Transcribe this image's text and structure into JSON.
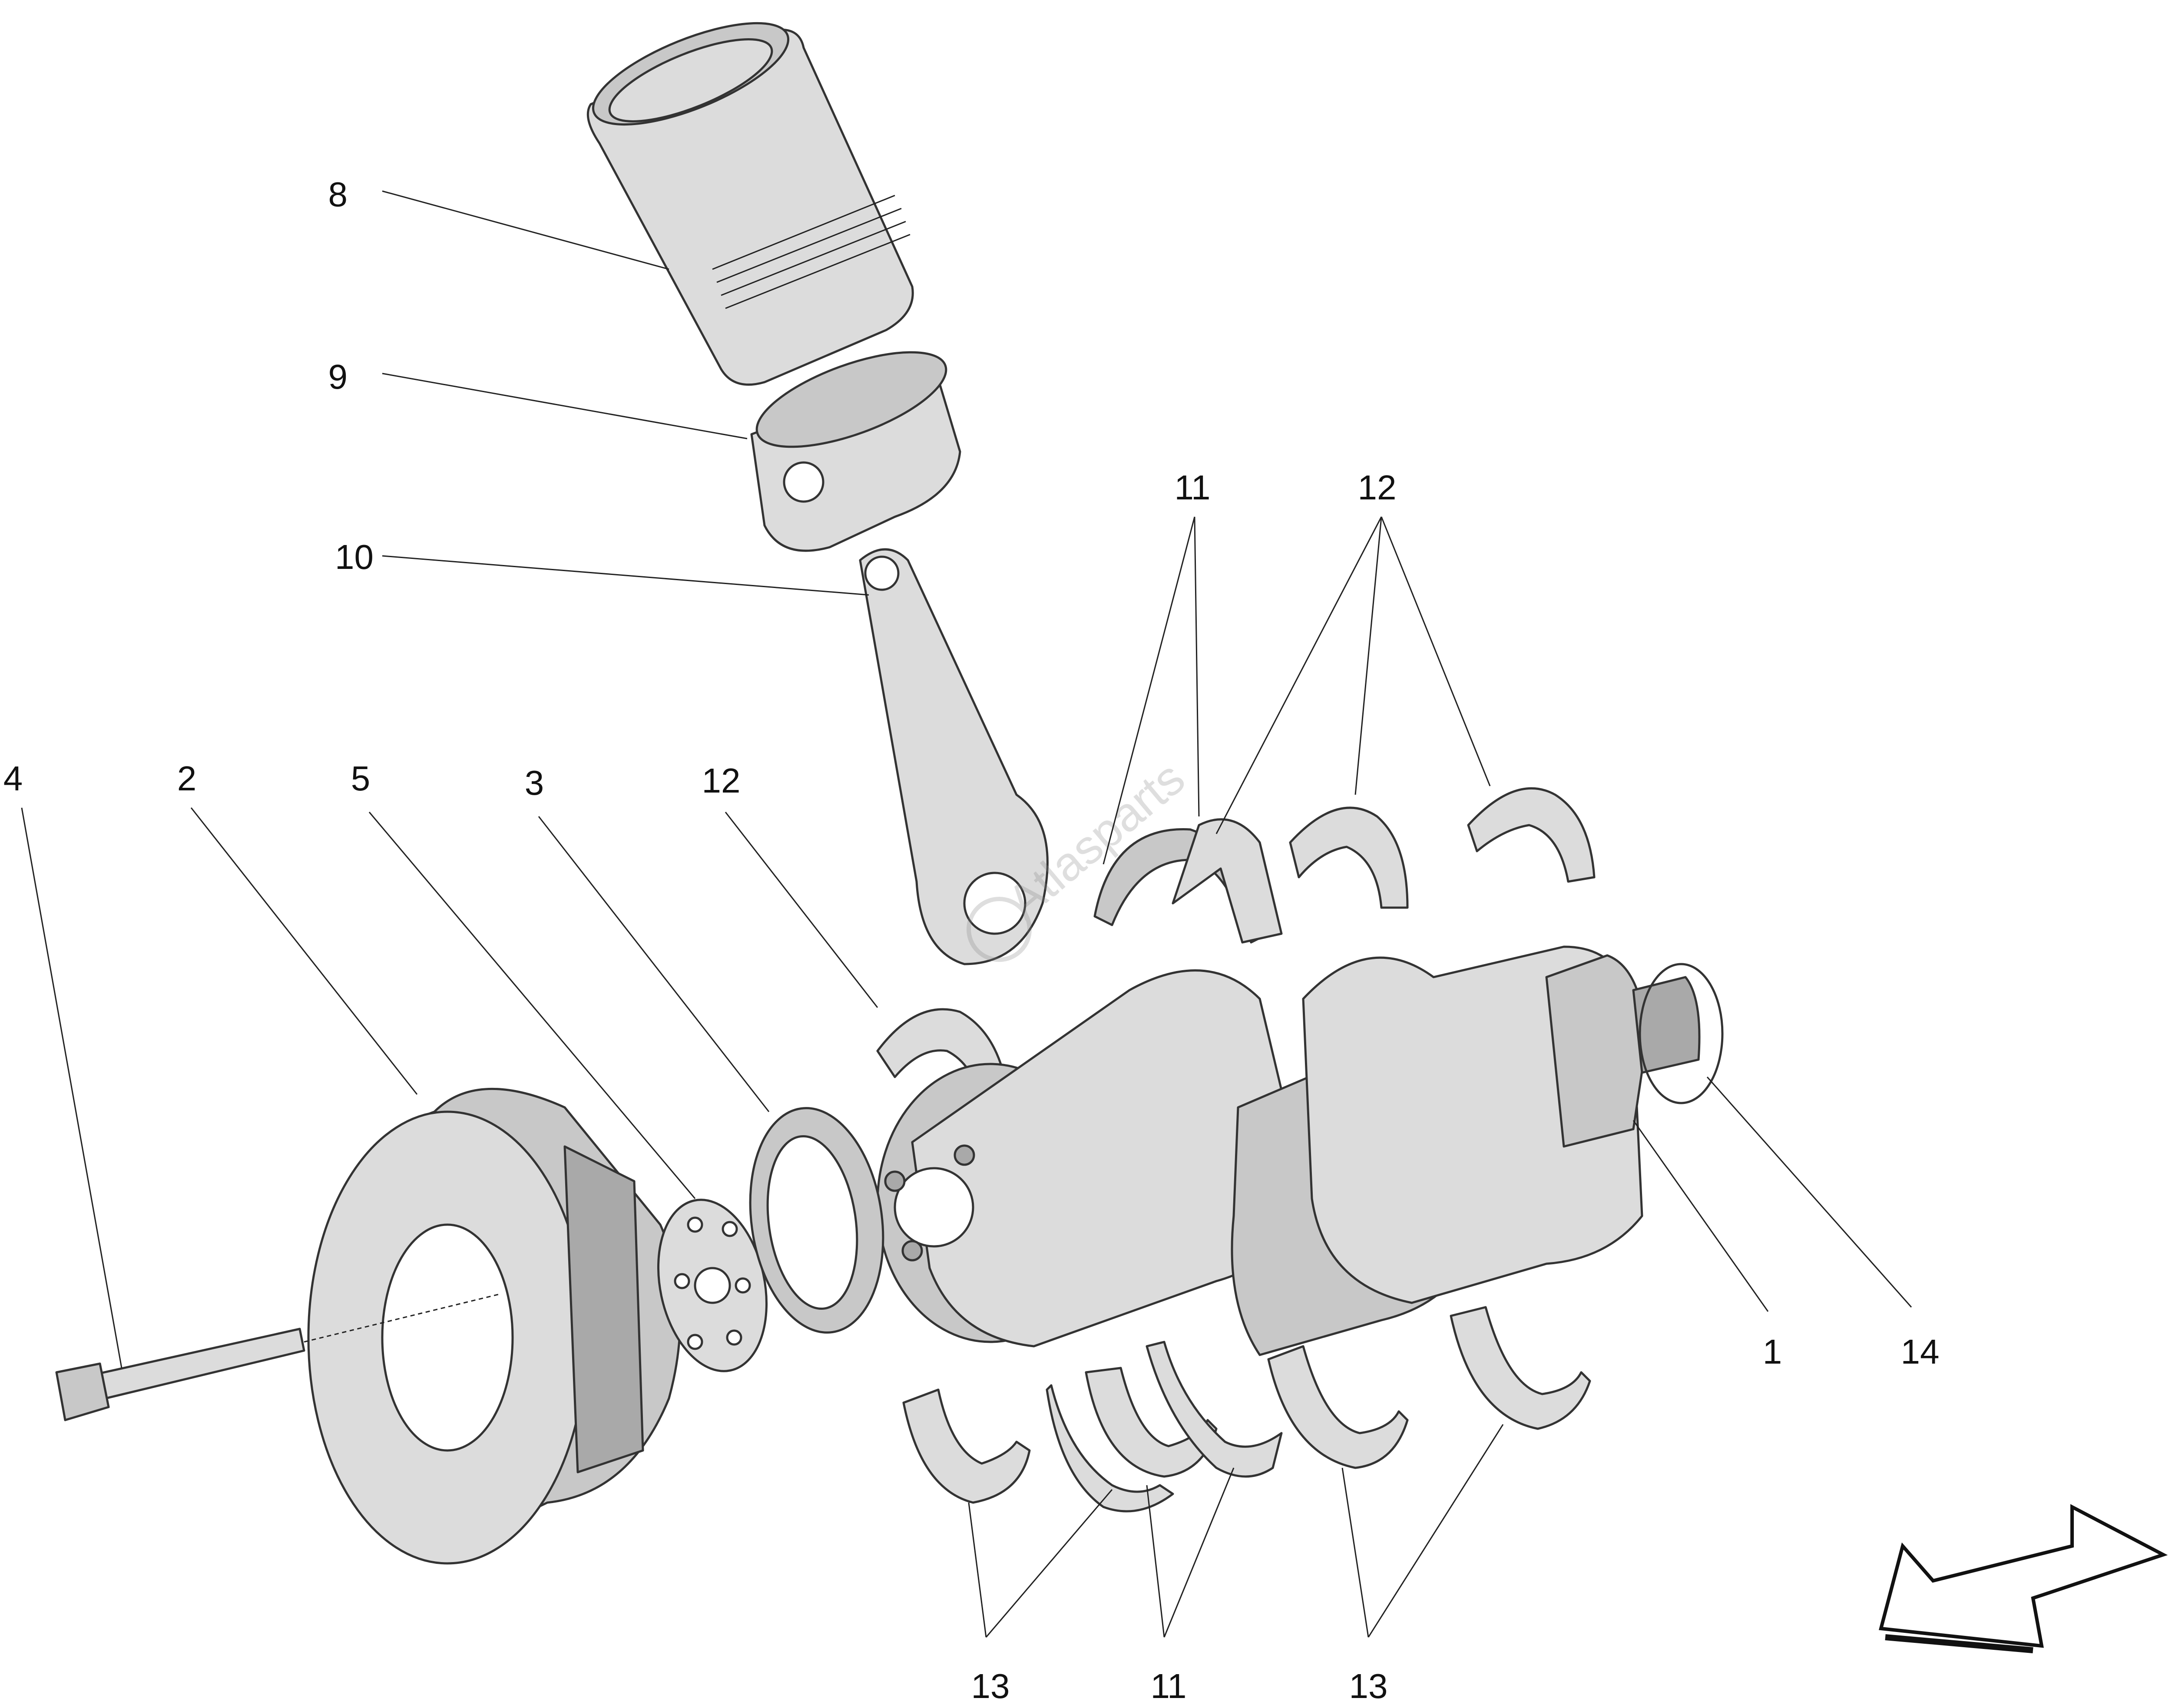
{
  "callouts": {
    "c1": "1",
    "c2": "2",
    "c3": "3",
    "c4": "4",
    "c5": "5",
    "c8": "8",
    "c9": "9",
    "c10": "10",
    "c11_top": "11",
    "c11_bottom": "11",
    "c12_top": "12",
    "c12_left": "12",
    "c13_left": "13",
    "c13_right": "13",
    "c14": "14"
  },
  "watermark": "Atlasparts",
  "icons": {
    "direction_arrow": "arrow-down-left-icon"
  }
}
